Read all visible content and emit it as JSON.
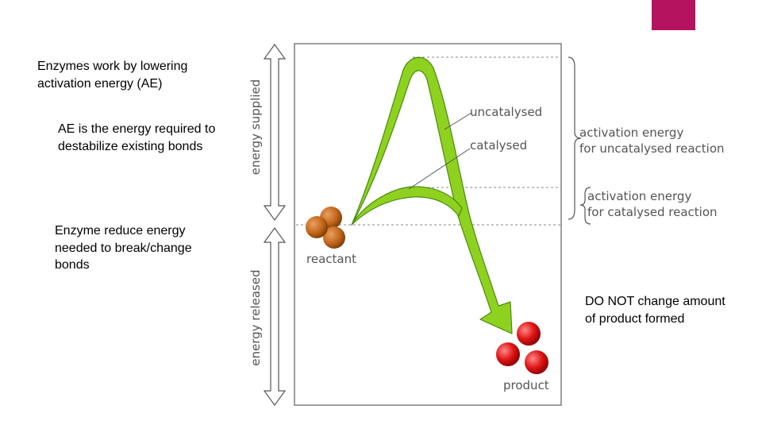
{
  "slide": {
    "accent_color": "#b5125f",
    "notes": [
      "Enzymes work by lowering activation energy (AE)",
      "AE is the energy required to destabilize existing bonds",
      "Enzyme reduce energy needed to break/change bonds",
      "DO NOT change amount of product formed"
    ]
  },
  "diagram": {
    "axis_label_supplied": "energy supplied",
    "axis_label_released": "energy released",
    "label_uncatalysed": "uncatalysed",
    "label_catalysed": "catalysed",
    "label_reactant": "reactant",
    "label_product": "product",
    "label_ae_uncatalysed_1": "activation energy",
    "label_ae_uncatalysed_2": "for uncatalysed reaction",
    "label_ae_catalysed_1": "activation energy",
    "label_ae_catalysed_2": "for catalysed reaction",
    "colors": {
      "arrow_fill": "#8ed21f",
      "arrow_stroke": "#4a8a10",
      "reactant": "#c2661a",
      "product": "#e01515",
      "guide_lines": "#888888"
    }
  }
}
